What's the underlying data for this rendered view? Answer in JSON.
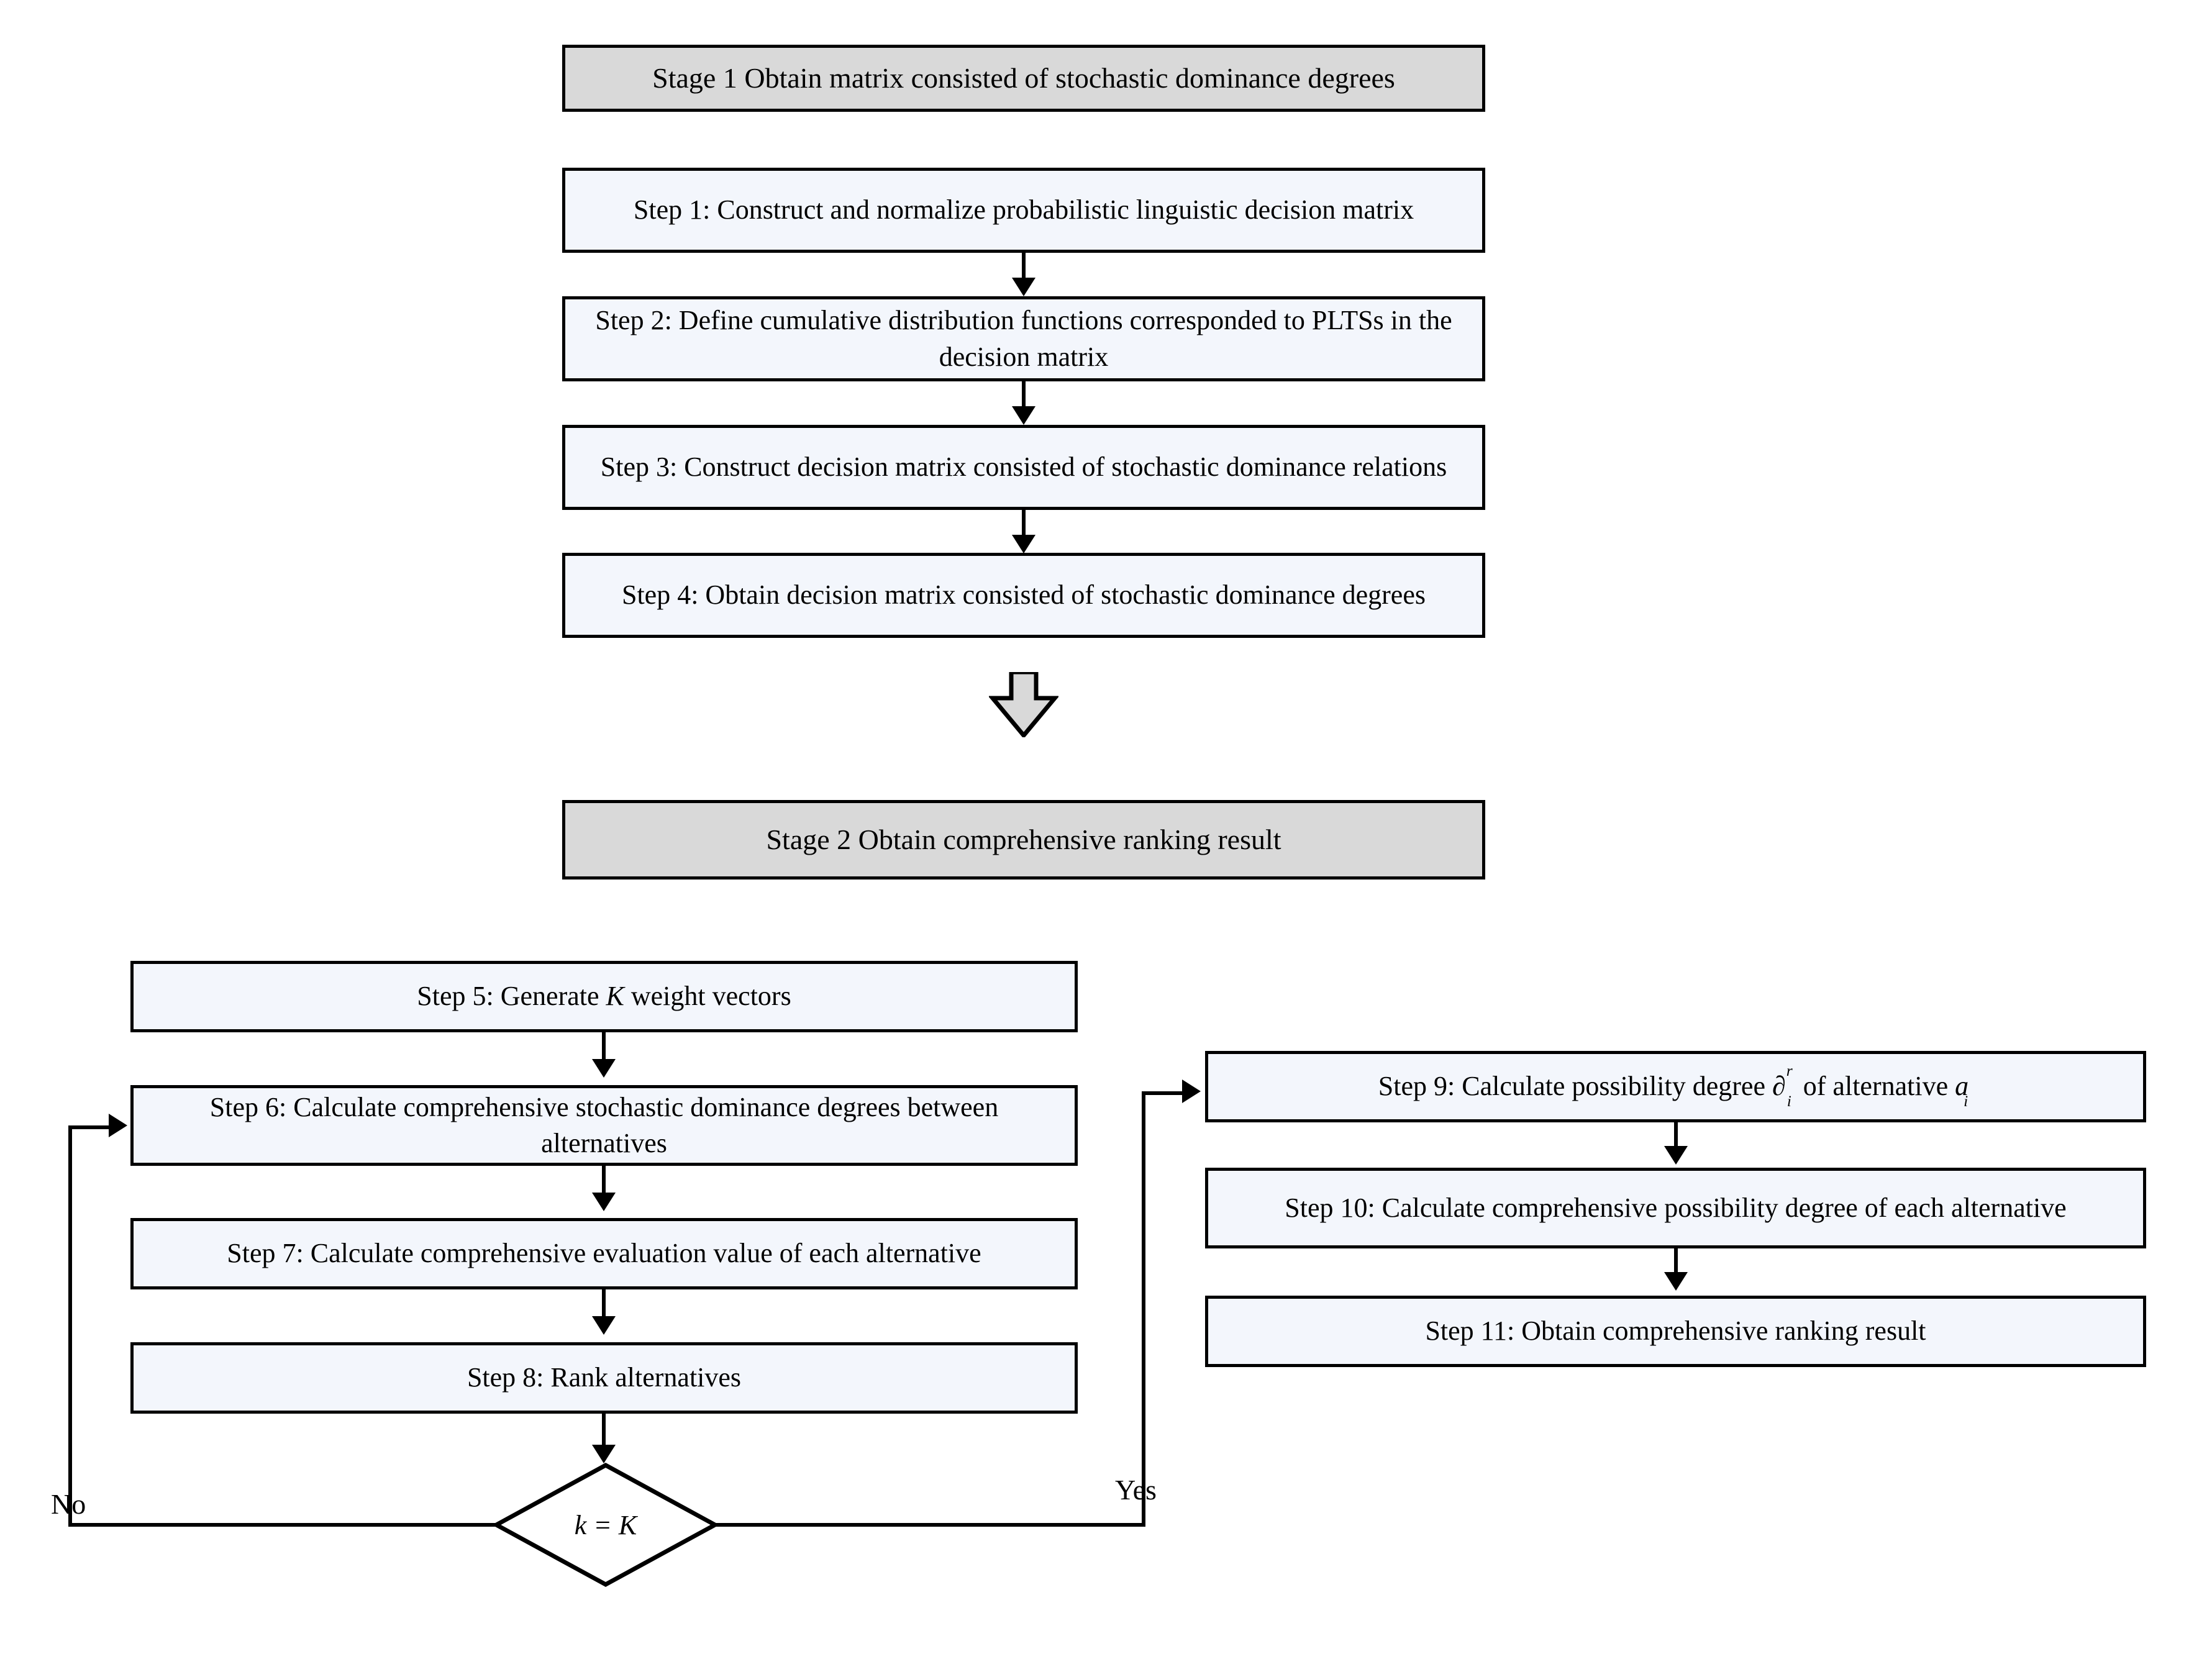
{
  "diagram": {
    "type": "flowchart",
    "title": "Two-stage probabilistic linguistic stochastic dominance decision framework",
    "colors": {
      "stage_header_fill": "#d9d9d9",
      "step_fill": "#f3f6fc",
      "border": "#000000",
      "block_arrow_fill": "#d9d9d9",
      "background": "#ffffff"
    }
  },
  "stage1": {
    "header": "Stage 1 Obtain matrix consisted of stochastic dominance degrees",
    "steps": [
      {
        "id": "step1",
        "label": "Step 1: Construct and normalize probabilistic linguistic decision matrix"
      },
      {
        "id": "step2",
        "label": "Step 2: Define cumulative distribution functions corresponded to PLTSs in the decision matrix"
      },
      {
        "id": "step3",
        "label": "Step 3: Construct decision matrix consisted of stochastic dominance relations"
      },
      {
        "id": "step4",
        "label": "Step 4: Obtain decision matrix consisted of stochastic dominance degrees"
      }
    ]
  },
  "stage2": {
    "header": "Stage 2 Obtain comprehensive ranking result",
    "left_steps": [
      {
        "id": "step5",
        "prefix": "Step 5: Generate ",
        "variable": "K",
        "suffix": " weight vectors"
      },
      {
        "id": "step6",
        "label": "Step 6: Calculate comprehensive stochastic dominance degrees between alternatives"
      },
      {
        "id": "step7",
        "label": "Step 7: Calculate comprehensive evaluation value of each alternative"
      },
      {
        "id": "step8",
        "label": "Step 8: Rank alternatives"
      }
    ],
    "right_steps": [
      {
        "id": "step9",
        "prefix": "Step 9: Calculate possibility degree ",
        "symbol": "∂",
        "symbol_sup": "r",
        "symbol_sub": "i",
        "middle": " of alternative ",
        "symbol2": "a",
        "symbol2_sub": "i"
      },
      {
        "id": "step10",
        "label": "Step 10: Calculate comprehensive possibility degree of each alternative"
      },
      {
        "id": "step11",
        "label": "Step 11: Obtain comprehensive ranking result"
      }
    ],
    "decision": {
      "condition": "k = K",
      "yes_label": "Yes",
      "no_label": "No"
    }
  }
}
